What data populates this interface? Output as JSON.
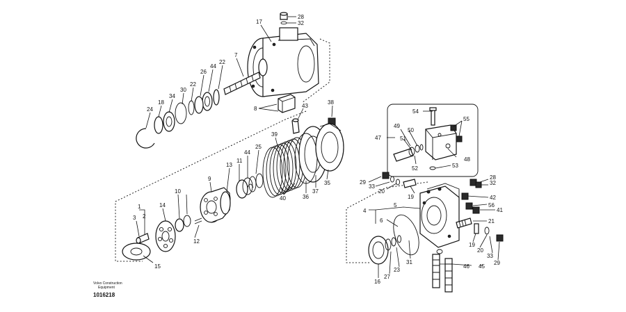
{
  "footer": {
    "manufacturer_line1": "Volvo Construction",
    "manufacturer_line2": "Equipment",
    "drawing_id": "1016218"
  },
  "callouts": [
    "28",
    "32",
    "17",
    "7",
    "22",
    "44",
    "26",
    "22",
    "30",
    "34",
    "18",
    "24",
    "8",
    "43",
    "38",
    "39",
    "25",
    "44",
    "11",
    "13",
    "9",
    "10",
    "14",
    "1",
    "2",
    "3",
    "12",
    "15",
    "40",
    "36",
    "37",
    "35",
    "54",
    "55",
    "47",
    "49",
    "50",
    "51",
    "52",
    "53",
    "48",
    "29",
    "33",
    "20",
    "19",
    "28",
    "32",
    "42",
    "56",
    "41",
    "4",
    "5",
    "6",
    "21",
    "19",
    "20",
    "33",
    "29",
    "31",
    "23",
    "27",
    "16",
    "46",
    "45"
  ]
}
